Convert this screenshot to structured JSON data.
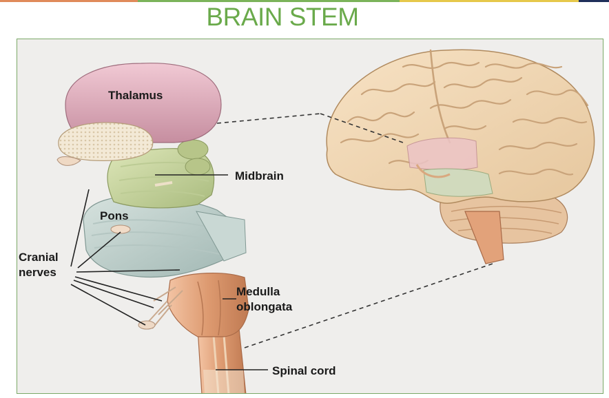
{
  "title": "BRAIN STEM",
  "labels": {
    "thalamus": "Thalamus",
    "midbrain": "Midbrain",
    "pons": "Pons",
    "cranial_nerves_line1": "Cranial",
    "cranial_nerves_line2": "nerves",
    "medulla_line1": "Medulla",
    "medulla_line2": "oblongata",
    "spinal_cord": "Spinal cord"
  },
  "colors": {
    "title": "#6aaa4b",
    "border": "#7aa867",
    "top_bar_segments": [
      "#e08a5a",
      "#7bb35a",
      "#e6c84a",
      "#1f2f5a"
    ]
  }
}
